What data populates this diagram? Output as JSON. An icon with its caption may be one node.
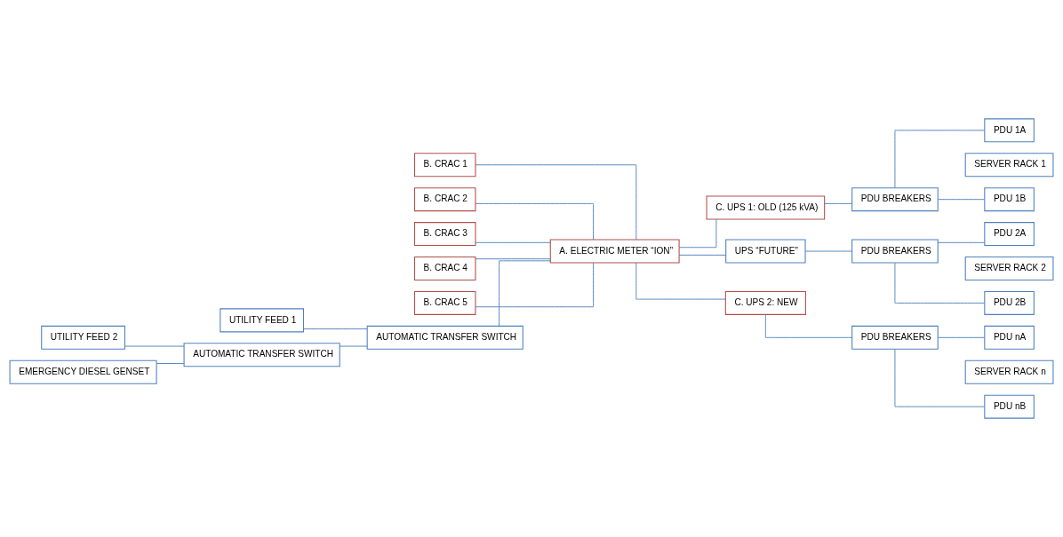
{
  "diagram": {
    "nodes": [
      {
        "text": [
          "B. CRAC 1"
        ]
      },
      {
        "text": [
          "B. CRAC 2"
        ]
      },
      {
        "text": [
          "B. CRAC 3"
        ]
      },
      {
        "text": [
          "B. CRAC 4"
        ]
      },
      {
        "text": [
          "B. CRAC 5"
        ]
      },
      {
        "text": [
          "UTILITY FEED 1"
        ]
      },
      {
        "text": [
          "AUTOMATIC TRANSFER SWITCH"
        ]
      },
      {
        "text": [
          "A. ELECTRIC METER “ION”"
        ]
      },
      {
        "text": [
          "C. UPS 1: OLD (125 kVA)"
        ]
      },
      {
        "text": [
          "UPS “FUTURE”"
        ]
      },
      {
        "text": [
          "C. UPS 2: NEW"
        ]
      },
      {
        "text": [
          "PDU BREAKERS"
        ]
      },
      {
        "text": [
          "PDU BREAKERS"
        ]
      },
      {
        "text": [
          "PDU BREAKERS"
        ]
      },
      {
        "text": [
          "PDU 1A"
        ]
      },
      {
        "text": [
          "SERVER RACK 1"
        ]
      },
      {
        "text": [
          "PDU 1B"
        ]
      },
      {
        "text": [
          "PDU 2A"
        ]
      },
      {
        "text": [
          "SERVER RACK 2"
        ]
      },
      {
        "text": [
          "PDU 2B"
        ]
      },
      {
        "text": [
          "PDU nA"
        ]
      },
      {
        "text": [
          "SERVER RACK n"
        ]
      },
      {
        "text": [
          "PDU nB"
        ]
      },
      {
        "text": [
          "UTILITY FEED 2"
        ]
      },
      {
        "text": [
          "AUTOMATIC TRANSFER SWITCH"
        ]
      },
      {
        "text": [
          "EMERGENCY DIESEL GENSET"
        ]
      }
    ],
    "edges": [
      {
        "from": 0,
        "to": 7,
        "arrow": "none"
      },
      {
        "from": 1,
        "to": 7,
        "arrow": "none"
      },
      {
        "from": 2,
        "to": 7,
        "arrow": "none"
      },
      {
        "from": 3,
        "to": 7,
        "arrow": "none"
      },
      {
        "from": 4,
        "to": 7,
        "arrow": "none"
      },
      {
        "from": 5,
        "to": 6,
        "arrow": "none"
      },
      {
        "from": 6,
        "to": 7,
        "arrow": "none"
      },
      {
        "from": 7,
        "to": 8,
        "arrow": "none"
      },
      {
        "from": 7,
        "to": 9,
        "arrow": "none"
      },
      {
        "from": 7,
        "to": 10,
        "arrow": "none"
      },
      {
        "from": 8,
        "to": 11,
        "arrow": "none"
      },
      {
        "from": 9,
        "to": 12,
        "arrow": "none"
      },
      {
        "from": 10,
        "to": 13,
        "arrow": "none"
      },
      {
        "from": 11,
        "to": 14,
        "arrow": "none"
      },
      {
        "from": 11,
        "to": 16,
        "arrow": "none"
      },
      {
        "from": 12,
        "to": 17,
        "arrow": "none"
      },
      {
        "from": 12,
        "to": 19,
        "arrow": "none"
      },
      {
        "from": 13,
        "to": 20,
        "arrow": "none"
      },
      {
        "from": 13,
        "to": 22,
        "arrow": "none"
      },
      {
        "from": 23,
        "to": 24,
        "arrow": "none"
      },
      {
        "from": 24,
        "to": 6,
        "arrow": "none"
      },
      {
        "from": 25,
        "to": 24,
        "arrow": "none"
      }
    ]
  }
}
